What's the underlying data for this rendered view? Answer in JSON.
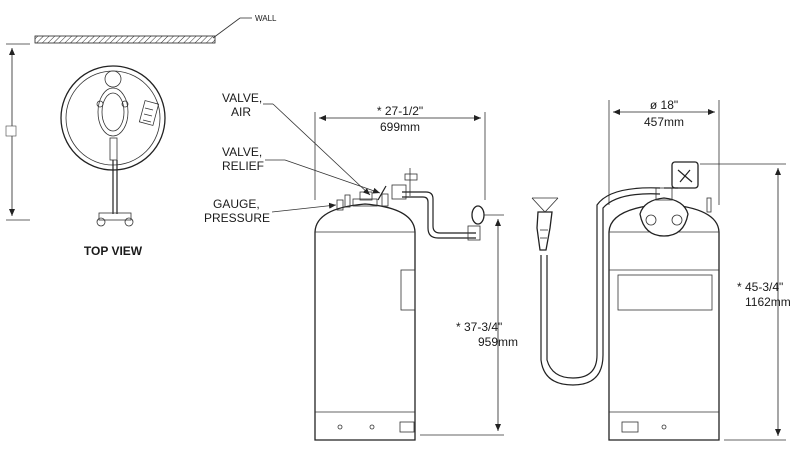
{
  "labels": {
    "wall": "WALL",
    "top_view": "TOP VIEW",
    "valve_air_1": "VALVE,",
    "valve_air_2": "AIR",
    "valve_relief_1": "VALVE,",
    "valve_relief_2": "RELIEF",
    "gauge_1": "GAUGE,",
    "gauge_2": "PRESSURE"
  },
  "dimensions": {
    "width_in": "* 27-1/2\"",
    "width_mm": "699mm",
    "diameter_in": "ø 18\"",
    "diameter_mm": "457mm",
    "height_in": "* 45-3/4\"",
    "height_mm": "1162mm",
    "hose_height_in": "* 37-3/4\"",
    "hose_height_mm": "959mm"
  },
  "colors": {
    "line": "#222222",
    "background": "#ffffff"
  }
}
